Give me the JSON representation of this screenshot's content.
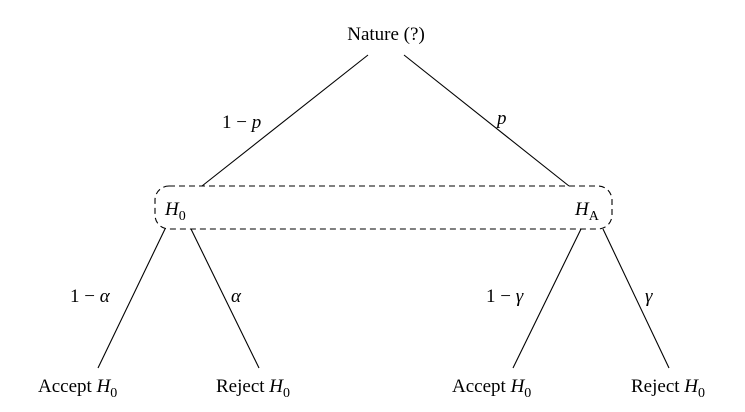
{
  "root": {
    "label": "Nature (?)"
  },
  "decision_nodes": {
    "h0": {
      "symbol": "H",
      "subscript": "0"
    },
    "ha": {
      "symbol": "H",
      "subscript": "A"
    }
  },
  "edge_labels": {
    "root_to_h0": {
      "prefix": "1 − ",
      "var": "p"
    },
    "root_to_ha": {
      "var": "p"
    },
    "h0_accept": {
      "prefix": "1 − ",
      "var": "α"
    },
    "h0_reject": {
      "var": "α"
    },
    "ha_accept": {
      "prefix": "1 − ",
      "var": "γ"
    },
    "ha_reject": {
      "var": "γ"
    }
  },
  "leaves": [
    {
      "text": "Accept ",
      "symbol": "H",
      "subscript": "0"
    },
    {
      "text": "Reject ",
      "symbol": "H",
      "subscript": "0"
    },
    {
      "text": "Accept ",
      "symbol": "H",
      "subscript": "0"
    },
    {
      "text": "Reject ",
      "symbol": "H",
      "subscript": "0"
    }
  ]
}
